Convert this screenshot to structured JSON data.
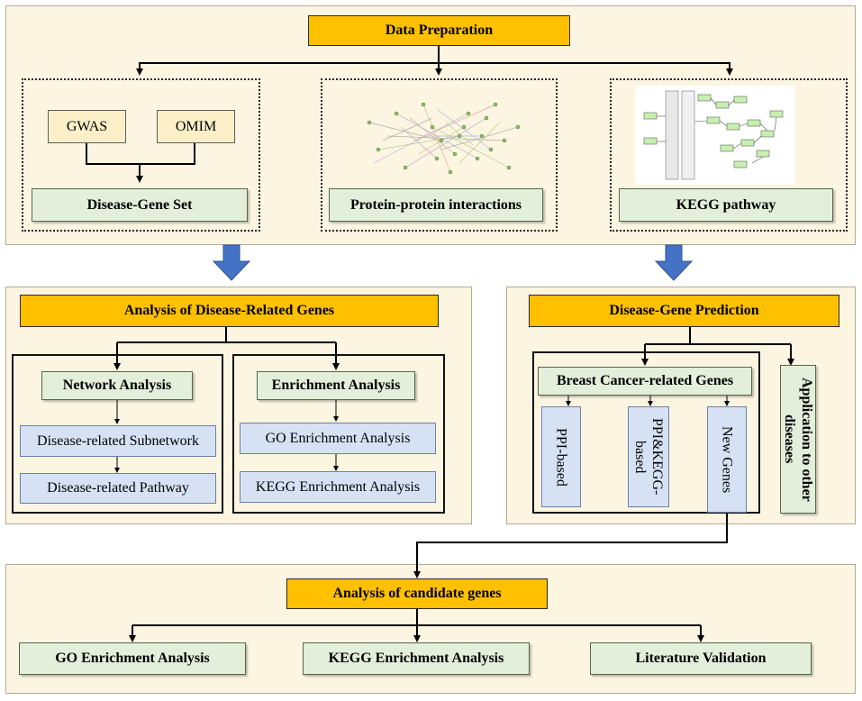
{
  "data_preparation": {
    "title": "Data Preparation",
    "gwas": "GWAS",
    "omim": "OMIM",
    "disease_gene_set": "Disease-Gene Set",
    "ppi": "Protein-protein interactions",
    "kegg": "KEGG pathway"
  },
  "analysis_related": {
    "title": "Analysis of Disease-Related Genes",
    "network_analysis": "Network Analysis",
    "subnetwork": "Disease-related  Subnetwork",
    "pathway": "Disease-related  Pathway",
    "enrichment_analysis": "Enrichment  Analysis",
    "go_enrichment": "GO Enrichment  Analysis",
    "kegg_enrichment": "KEGG Enrichment  Analysis"
  },
  "prediction": {
    "title": "Disease-Gene Prediction",
    "breast_cancer": "Breast Cancer-related Genes",
    "ppi_based": "PPI-based",
    "ppi_kegg_based": "PPI&KEGG-based",
    "new_genes": "New Genes",
    "application": "Application to other diseases"
  },
  "candidate": {
    "title": "Analysis of  candidate genes",
    "go": "GO Enrichment Analysis",
    "kegg": "KEGG Enrichment Analysis",
    "literature": "Literature Validation"
  },
  "colors": {
    "panel": "#fcf5e1",
    "header": "#ffc000",
    "green_box": "#e3eedb",
    "blue_box": "#d6e2f4",
    "arrow": "#4472c4"
  }
}
